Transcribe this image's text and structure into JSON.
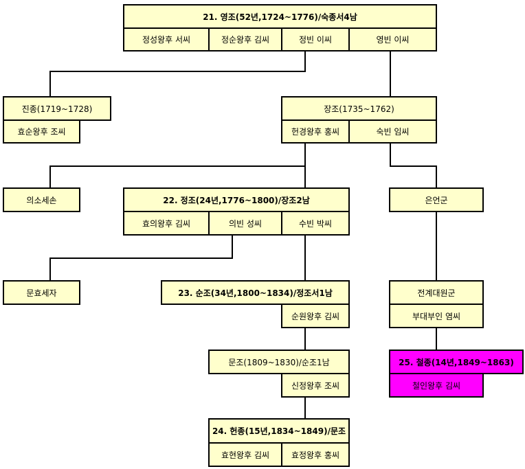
{
  "colors": {
    "node_fill": "#ffffcc",
    "highlight_fill": "#ff00ff",
    "line": "#000000"
  },
  "nodes": {
    "yeongjo": "21. 영조(52년,1724~1776)/숙종서4남",
    "yeongjo_spouse1": "정성왕후 서씨",
    "yeongjo_spouse2": "정순왕후 김씨",
    "yeongjo_spouse3": "정빈 이씨",
    "yeongjo_spouse4": "영빈 이씨",
    "jinjong": "진종(1719~1728)",
    "jinjong_spouse": "효순왕후 조씨",
    "jangjo": "장조(1735~1762)",
    "jangjo_spouse1": "헌경왕후 홍씨",
    "jangjo_spouse2": "숙빈 임씨",
    "uiso": "의소세손",
    "jeongjo": "22. 정조(24년,1776~1800)/장조2남",
    "jeongjo_spouse1": "효의왕후 김씨",
    "jeongjo_spouse2": "의빈 성씨",
    "jeongjo_spouse3": "수빈 박씨",
    "euneon": "은언군",
    "munhyo": "문효세자",
    "sunjo": "23. 순조(34년,1800~1834)/정조서1남",
    "sunjo_spouse": "순원왕후 김씨",
    "jeongye": "전계대원군",
    "jeongye_spouse": "부대부인 염씨",
    "munjo": "문조(1809~1830)/순조1남",
    "munjo_spouse": "신정왕후 조씨",
    "cheoljong": "25. 철종(14년,1849~1863)",
    "cheoljong_spouse": "철인왕후 김씨",
    "heonjong": "24. 헌종(15년,1834~1849)/문조",
    "heonjong_spouse1": "효현왕후 김씨",
    "heonjong_spouse2": "효정왕후 홍씨"
  }
}
